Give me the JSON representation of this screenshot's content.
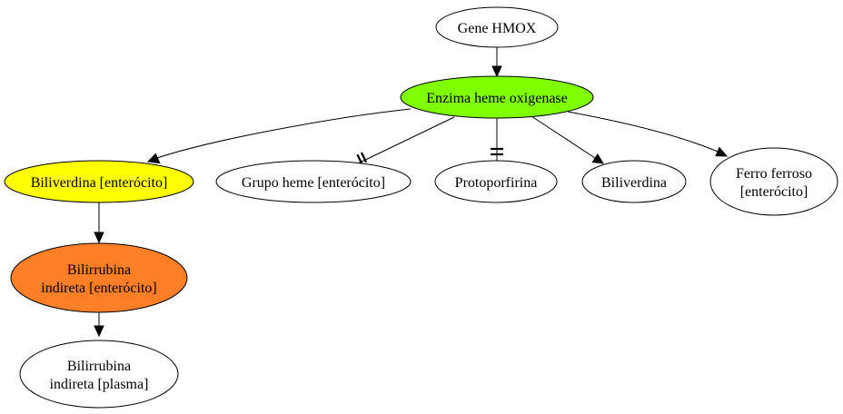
{
  "colors": {
    "background": "#ffffff",
    "stroke": "#000000",
    "green": "#7fff00",
    "yellow": "#ffff00",
    "orange": "#ff7f27",
    "white": "#ffffff"
  },
  "nodes": {
    "hmox": {
      "lines": [
        "Gene HMOX"
      ],
      "fill": "#ffffff"
    },
    "enzima": {
      "lines": [
        "Enzima heme oxigenase"
      ],
      "fill": "#7fff00"
    },
    "biliverdina_enterocito": {
      "lines": [
        "Biliverdina [enterócito]"
      ],
      "fill": "#ffff00"
    },
    "grupo_heme": {
      "lines": [
        "Grupo heme [enterócito]"
      ],
      "fill": "#ffffff"
    },
    "protoporfirina": {
      "lines": [
        "Protoporfirina"
      ],
      "fill": "#ffffff"
    },
    "biliverdina": {
      "lines": [
        "Biliverdina"
      ],
      "fill": "#ffffff"
    },
    "ferro": {
      "lines": [
        "Ferro ferroso",
        "[enterócito]"
      ],
      "fill": "#ffffff"
    },
    "bilirrubina_enterocito": {
      "lines": [
        "Bilirrubina",
        "indireta [enterócito]"
      ],
      "fill": "#ff7f27"
    },
    "bilirrubina_plasma": {
      "lines": [
        "Bilirrubina",
        "indireta [plasma]"
      ],
      "fill": "#ffffff"
    }
  },
  "edges": [
    {
      "from": "hmox",
      "to": "enzima",
      "type": "arrow"
    },
    {
      "from": "enzima",
      "to": "biliverdina_enterocito",
      "type": "arrow"
    },
    {
      "from": "enzima",
      "to": "grupo_heme",
      "type": "tee"
    },
    {
      "from": "enzima",
      "to": "protoporfirina",
      "type": "tee"
    },
    {
      "from": "enzima",
      "to": "biliverdina",
      "type": "arrow"
    },
    {
      "from": "enzima",
      "to": "ferro",
      "type": "arrow"
    },
    {
      "from": "biliverdina_enterocito",
      "to": "bilirrubina_enterocito",
      "type": "arrow"
    },
    {
      "from": "bilirrubina_enterocito",
      "to": "bilirrubina_plasma",
      "type": "arrow"
    }
  ]
}
